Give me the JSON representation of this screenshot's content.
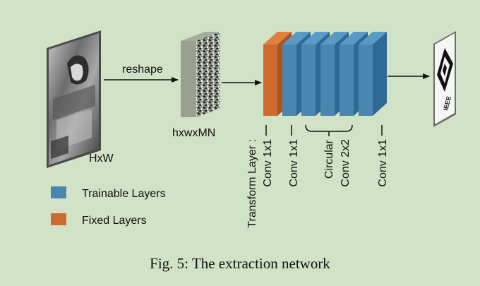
{
  "input_label": "HxW",
  "reshape_label": "reshape",
  "reshaped_label": "hxwxMN",
  "layers": {
    "transform_line1": "Transform Layer :",
    "transform_line2": "Conv 1x1",
    "conv1": "Conv 1x1",
    "circular_line1": "Circular",
    "circular_line2": "Conv  2x2",
    "conv_last": "Conv 1x1"
  },
  "legend": {
    "trainable": {
      "label": "Trainable Layers",
      "color": "#4a86b0"
    },
    "fixed": {
      "label": "Fixed Layers",
      "color": "#cf6a2e"
    }
  },
  "output_logo_text": "IEEE",
  "caption": "Fig. 5: The extraction network"
}
